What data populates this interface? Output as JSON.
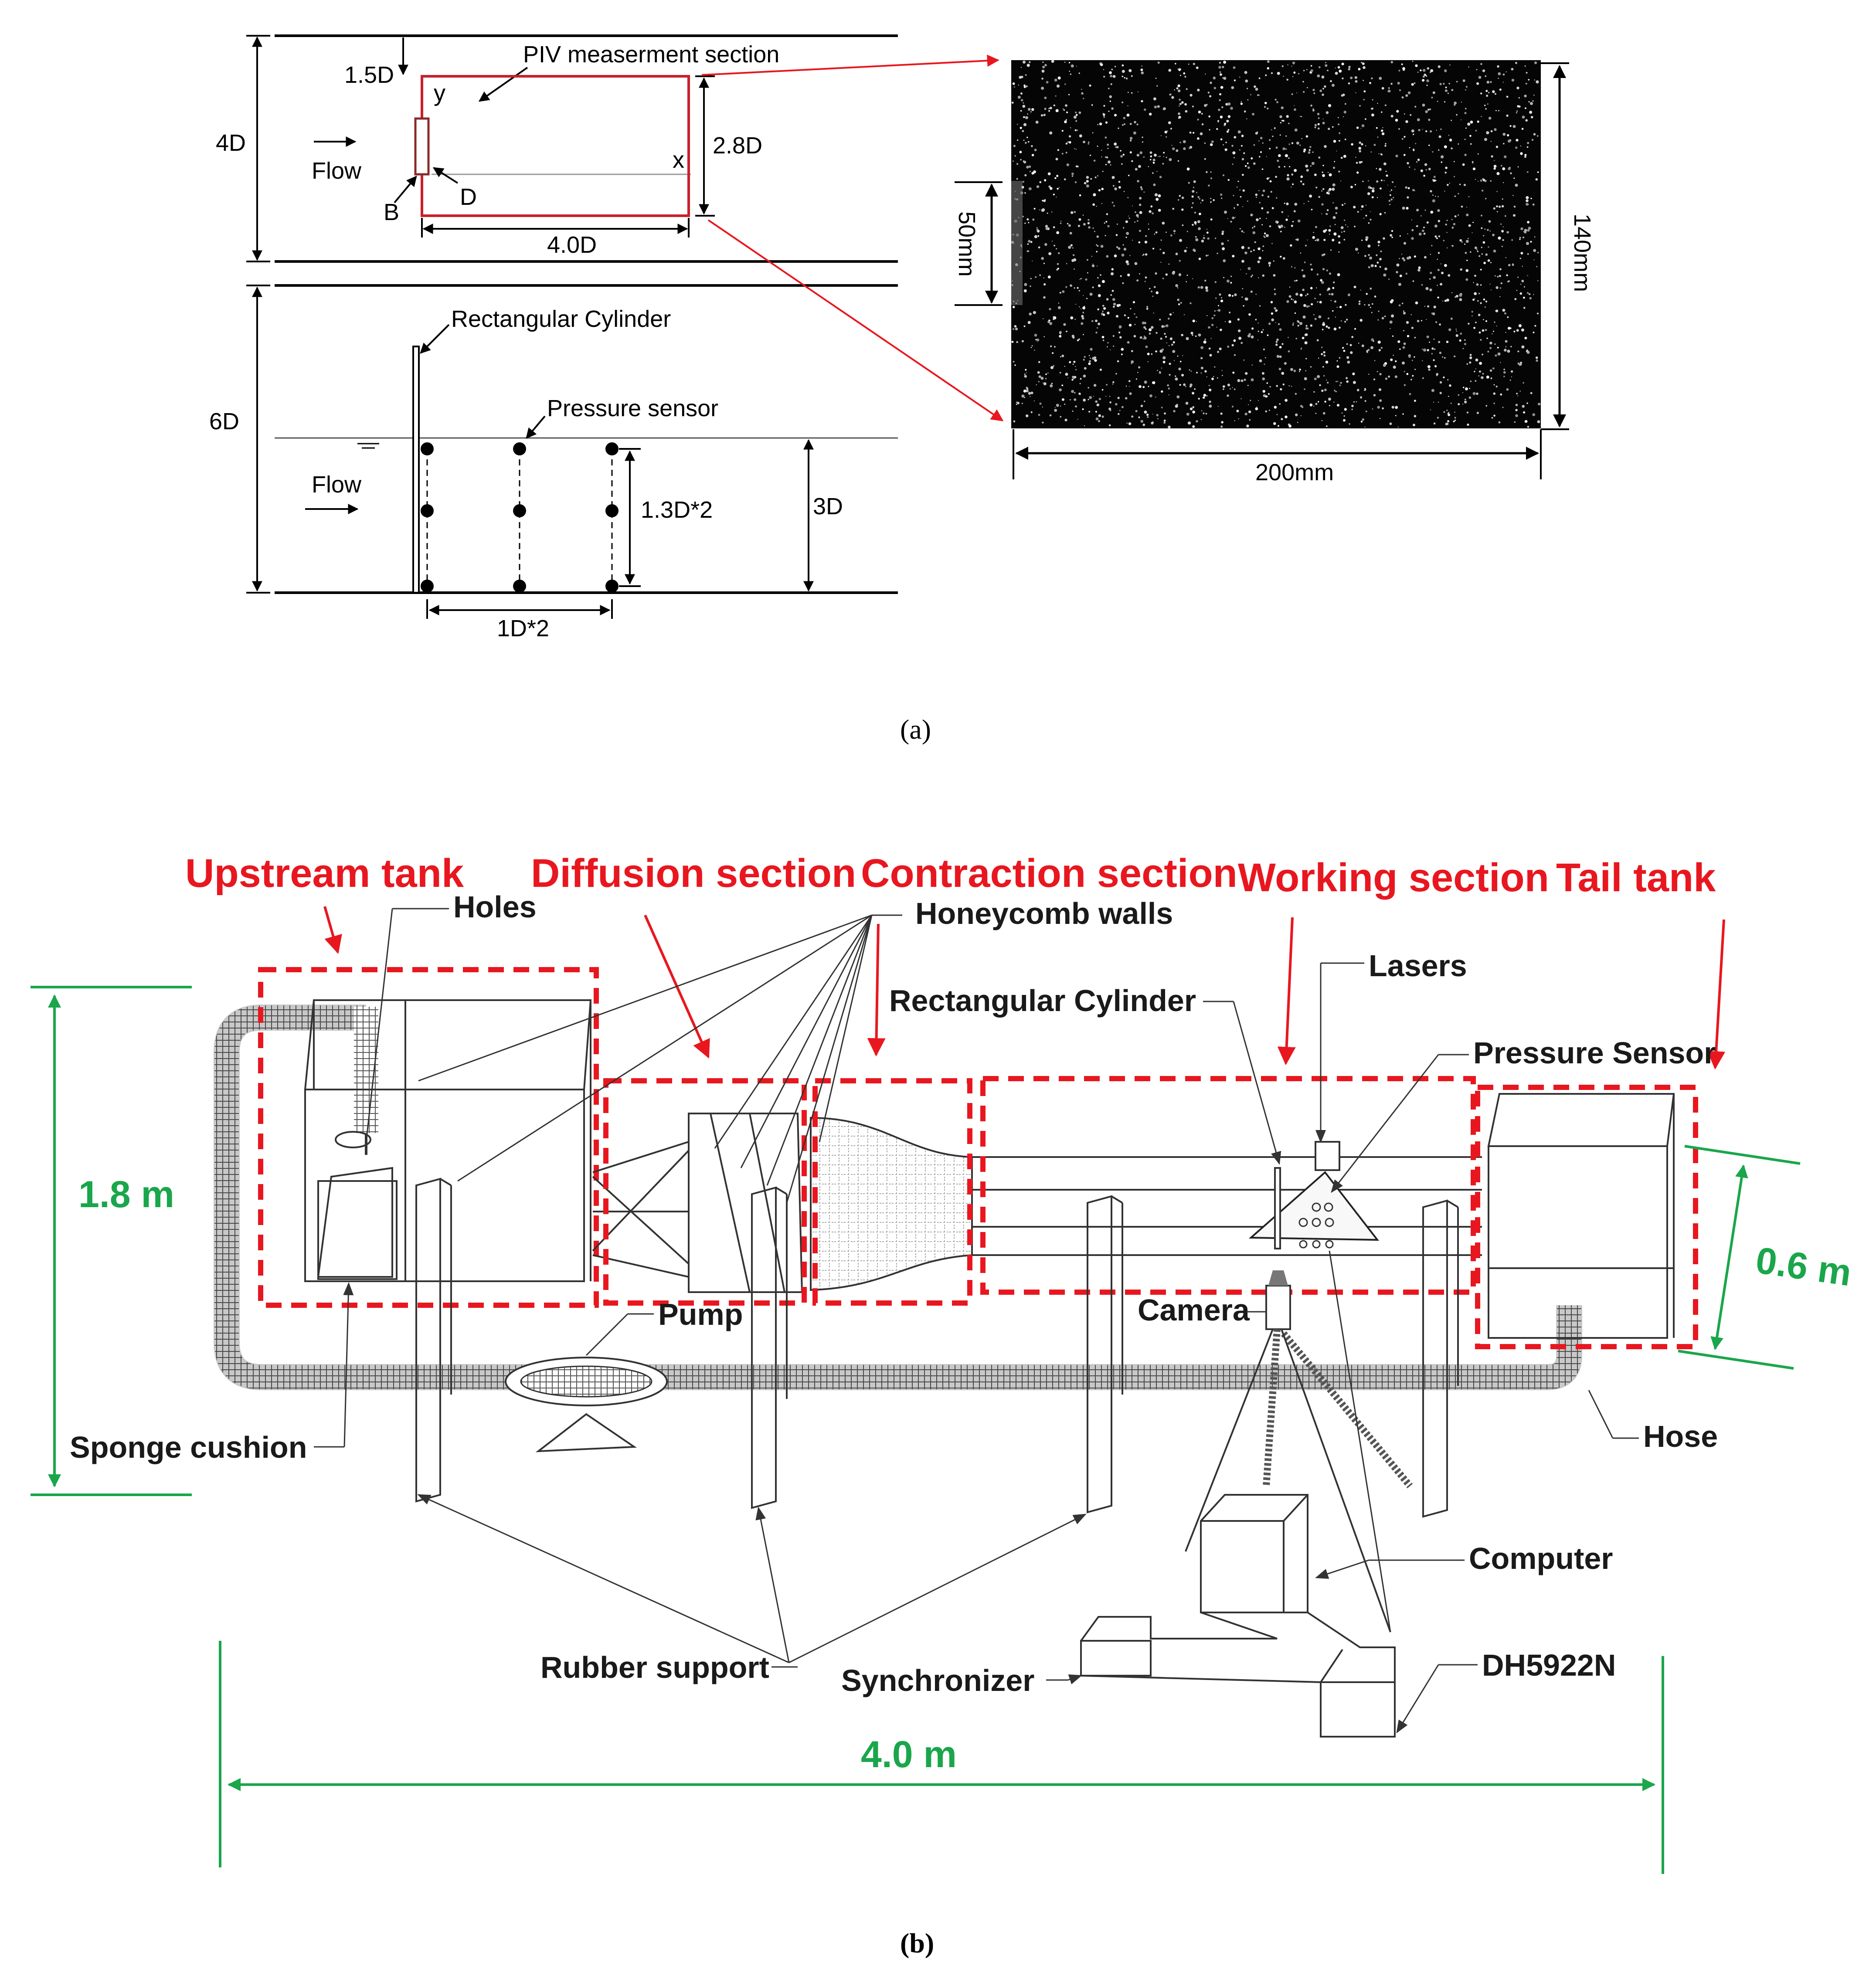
{
  "panel_a": {
    "top_view": {
      "height_label": "4D",
      "offset_label": "1.5D",
      "section_label": "PIV measerment section",
      "flow_label": "Flow",
      "y_label": "y",
      "x_label": "x",
      "b_label": "B",
      "d_label": "D",
      "width_label": "4.0D",
      "section_height_label": "2.8D"
    },
    "side_view": {
      "height_label": "6D",
      "cylinder_label": "Rectangular Cylinder",
      "sensor_label": "Pressure sensor",
      "flow_label": "Flow",
      "sensor_spacing_vertical": "1.3D*2",
      "water_depth_label": "3D",
      "sensor_spacing_horizontal": "1D*2"
    },
    "piv_image": {
      "cylinder_height_label": "50mm",
      "image_height_label": "140mm",
      "image_width_label": "200mm"
    },
    "caption": "(a)"
  },
  "panel_b": {
    "headings": {
      "upstream_tank": "Upstream tank",
      "diffusion_section": "Diffusion section",
      "contraction_section": "Contraction section",
      "working_section": "Working section",
      "tail_tank": "Tail tank"
    },
    "components": {
      "holes": "Holes",
      "honeycomb_walls": "Honeycomb walls",
      "lasers": "Lasers",
      "rectangular_cylinder": "Rectangular Cylinder",
      "pressure_sensor": "Pressure Sensor",
      "pump": "Pump",
      "camera": "Camera",
      "sponge_cushion": "Sponge cushion",
      "hose": "Hose",
      "computer": "Computer",
      "rubber_support": "Rubber support",
      "synchronizer": "Synchronizer",
      "dh5922n": "DH5922N"
    },
    "dimensions": {
      "height": "1.8 m",
      "depth": "0.6 m",
      "length": "4.0 m"
    },
    "caption": "(b)"
  },
  "colors": {
    "red": "#e8171f",
    "green": "#1aa64b",
    "black": "#000000"
  }
}
